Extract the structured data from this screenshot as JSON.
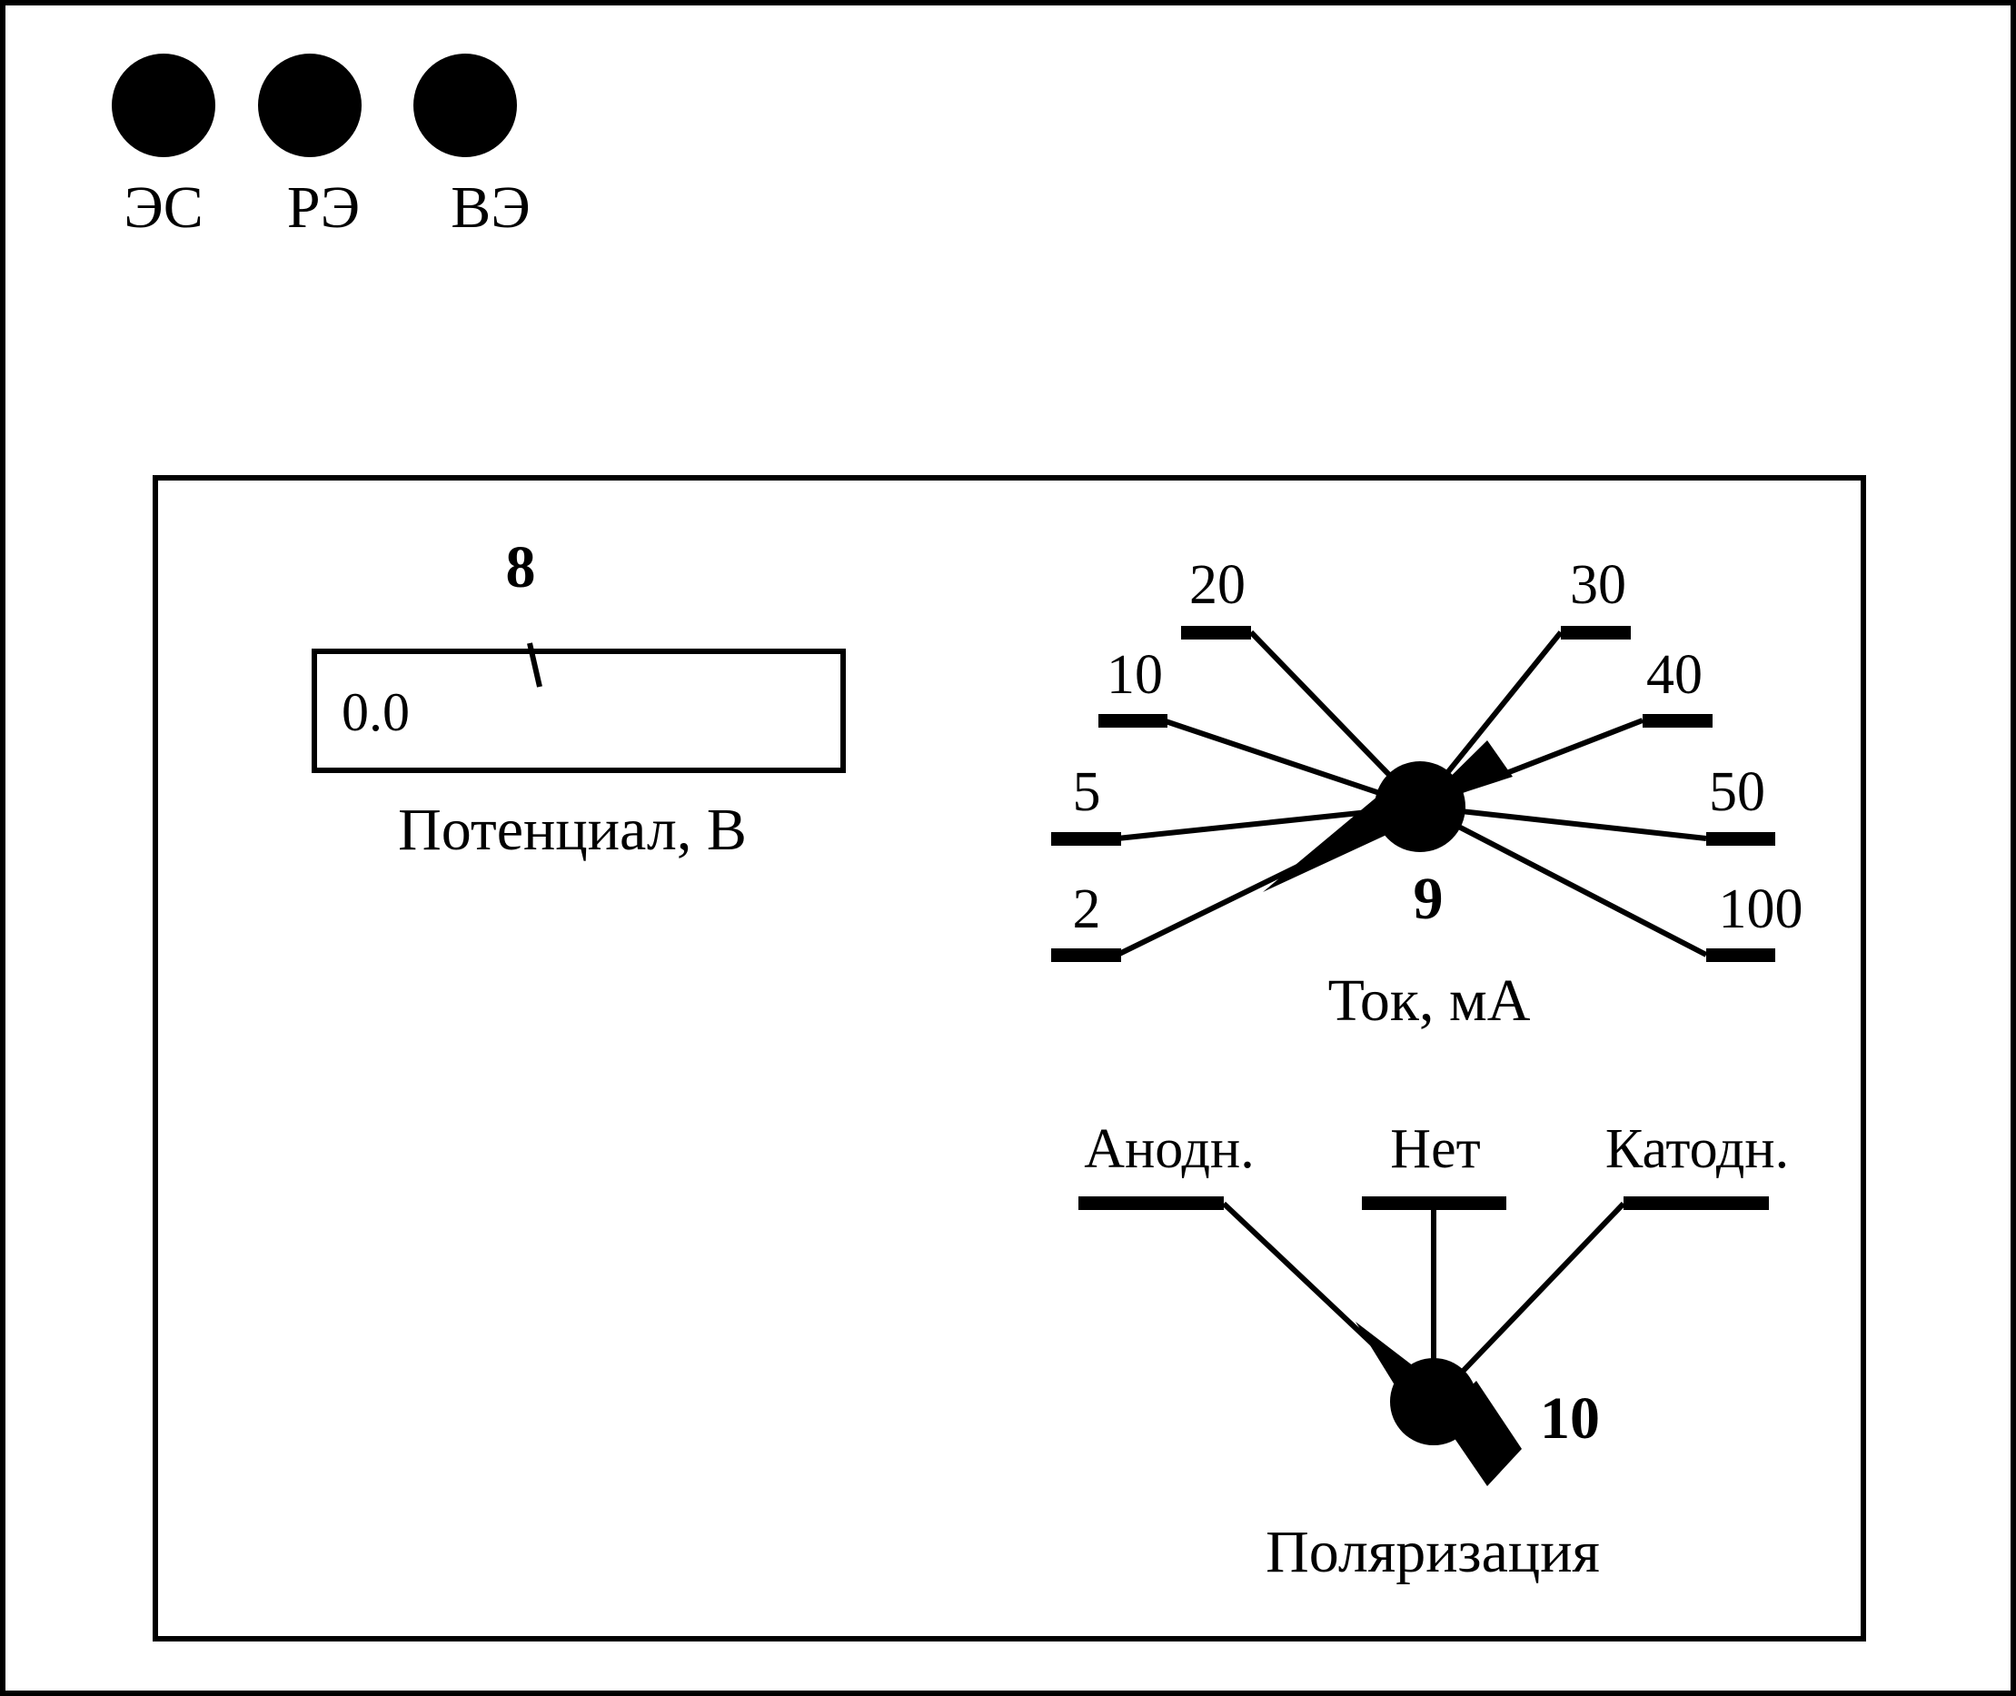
{
  "colors": {
    "ink": "#000000",
    "paper": "#ffffff"
  },
  "electrodes": [
    {
      "label": "ЭС",
      "icon": "electrode-socket-icon"
    },
    {
      "label": "РЭ",
      "icon": "electrode-socket-icon"
    },
    {
      "label": "ВЭ",
      "icon": "electrode-socket-icon"
    }
  ],
  "potential": {
    "ref_number": "8",
    "display_value": "0.0",
    "caption": "Потенциал, В"
  },
  "current_switch": {
    "ref_number": "9",
    "caption": "Ток, мА",
    "positions": [
      "2",
      "5",
      "10",
      "20",
      "30",
      "40",
      "50",
      "100"
    ],
    "selected": "2"
  },
  "polarization_switch": {
    "ref_number": "10",
    "caption": "Поляризация",
    "positions": [
      "Анодн.",
      "Нет",
      "Катодн."
    ],
    "selected": "Анодн."
  }
}
